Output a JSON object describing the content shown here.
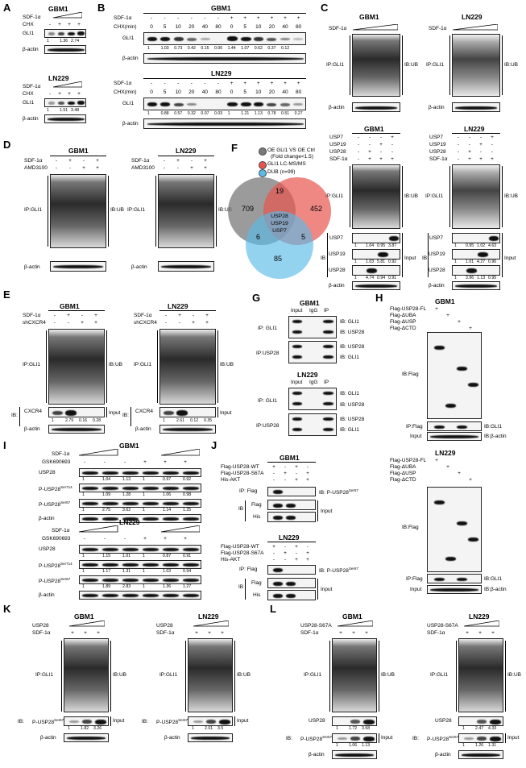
{
  "panels": {
    "A": {
      "letter": "A",
      "groups": [
        {
          "cell": "GBM1",
          "rows": [
            "SDF-1α",
            "CHX"
          ],
          "chx": [
            "-",
            "+",
            "+",
            "+"
          ],
          "blots": [
            "GLI1",
            "β-actin"
          ],
          "values": [
            "1",
            "1.36",
            "2.74"
          ]
        },
        {
          "cell": "LN229",
          "rows": [
            "SDF-1α",
            "CHX"
          ],
          "chx": [
            "-",
            "+",
            "+",
            "+"
          ],
          "blots": [
            "GLI1",
            "β-actin"
          ],
          "values": [
            "1",
            "1.51",
            "3.48"
          ]
        }
      ]
    },
    "B": {
      "letter": "B",
      "groups": [
        {
          "cell": "GBM1",
          "sdf_row": "SDF-1α",
          "chx_row": "CHX(min)",
          "sdf": [
            "-",
            "-",
            "-",
            "-",
            "-",
            "-",
            "+",
            "+",
            "+",
            "+",
            "+",
            "+"
          ],
          "chx": [
            "0",
            "5",
            "10",
            "20",
            "40",
            "80",
            "0",
            "5",
            "10",
            "20",
            "40",
            "80"
          ],
          "blots": [
            "GLI1",
            "β-actin"
          ],
          "values": [
            "1",
            "1.03",
            "0.73",
            "0.42",
            "0.15",
            "0.06",
            "1.44",
            "1.07",
            "0.62",
            "0.37",
            "0.12"
          ]
        },
        {
          "cell": "LN229",
          "sdf_row": "SDF-1α",
          "chx_row": "CHX(min)",
          "sdf": [
            "-",
            "-",
            "-",
            "-",
            "-",
            "-",
            "+",
            "+",
            "+",
            "+",
            "+",
            "+"
          ],
          "chx": [
            "0",
            "5",
            "10",
            "20",
            "40",
            "80",
            "0",
            "5",
            "10",
            "20",
            "40",
            "80"
          ],
          "blots": [
            "GLI1",
            "β-actin"
          ],
          "values": [
            "1",
            "0.88",
            "0.57",
            "0.32",
            "0.07",
            "0.03",
            "1",
            "1.21",
            "1.13",
            "0.78",
            "0.51",
            "0.27"
          ]
        }
      ]
    },
    "C": {
      "letter": "C",
      "top": [
        {
          "cell": "GBM1",
          "sdf": "SDF-1α",
          "ip": "IP:GLI1",
          "ib": "IB:UB",
          "actin": "β-actin"
        },
        {
          "cell": "LN229",
          "sdf": "SDF-1α",
          "ip": "IP:GLI1",
          "ib": "IB:UB",
          "actin": "β-actin"
        }
      ],
      "bottom": [
        {
          "cell": "GBM1",
          "rows": [
            "USP7",
            "USP19",
            "USP28",
            "SDF-1α"
          ],
          "signs": [
            [
              "-",
              "-",
              "-",
              "+"
            ],
            [
              "-",
              "-",
              "+",
              "-"
            ],
            [
              "-",
              "+",
              "-",
              "-"
            ],
            [
              "-",
              "+",
              "+",
              "+"
            ]
          ],
          "ip": "IP:GLI1",
          "ib": "IB:UB",
          "input": "Input",
          "ib_side": "IB",
          "blots": [
            "USP7",
            "USP19",
            "USP28",
            "β-actin"
          ],
          "values": [
            [
              "1",
              "1.04",
              "0.95",
              "3.87"
            ],
            [
              "1",
              "1.03",
              "5.81",
              "0.92"
            ],
            [
              "1",
              "4.74",
              "0.94",
              "0.91"
            ]
          ]
        },
        {
          "cell": "LN229",
          "rows": [
            "USP7",
            "USP19",
            "USP28",
            "SDF-1α"
          ],
          "signs": [
            [
              "-",
              "-",
              "-",
              "+"
            ],
            [
              "-",
              "-",
              "+",
              "-"
            ],
            [
              "-",
              "+",
              "-",
              "-"
            ],
            [
              "-",
              "+",
              "+",
              "+"
            ]
          ],
          "ip": "IP:GLI1",
          "ib": "IB:UB",
          "input": "Input",
          "ib_side": "IB",
          "blots": [
            "USP7",
            "USP19",
            "USP28",
            "β-actin"
          ],
          "values": [
            [
              "1",
              "0.95",
              "1.02",
              "4.63"
            ],
            [
              "1",
              "1.01",
              "4.27",
              "0.96"
            ],
            [
              "1",
              "3.96",
              "1.13",
              "0.95"
            ]
          ]
        }
      ]
    },
    "D": {
      "letter": "D",
      "groups": [
        {
          "cell": "GBM1",
          "rows": [
            "SDF-1α",
            "AMD3100"
          ],
          "signs": [
            [
              "-",
              "+",
              "-",
              "+"
            ],
            [
              "-",
              "-",
              "+",
              "+"
            ]
          ],
          "ip": "IP:GLI1",
          "ib": "IB:UB",
          "actin": "β-actin"
        },
        {
          "cell": "LN229",
          "rows": [
            "SDF-1α",
            "AMD3100"
          ],
          "signs": [
            [
              "-",
              "+",
              "-",
              "+"
            ],
            [
              "-",
              "-",
              "+",
              "+"
            ]
          ],
          "ip": "IP:GLI1",
          "ib": "IB:UB",
          "actin": "β-actin"
        }
      ]
    },
    "E": {
      "letter": "E",
      "groups": [
        {
          "cell": "GBM1",
          "rows": [
            "SDF-1α",
            "shCXCR4"
          ],
          "signs": [
            [
              "-",
              "+",
              "-",
              "+"
            ],
            [
              "-",
              "-",
              "+",
              "+"
            ]
          ],
          "ip": "IP:GLI1",
          "ib": "IB:UB",
          "ib_side": "IB:",
          "blots": [
            "CXCR4",
            "β-actin"
          ],
          "input": "Input",
          "values": [
            "1",
            "2.79",
            "0.16",
            "0.28"
          ]
        },
        {
          "cell": "LN229",
          "rows": [
            "SDF-1α",
            "shCXCR4"
          ],
          "signs": [
            [
              "-",
              "+",
              "-",
              "+"
            ],
            [
              "-",
              "-",
              "+",
              "+"
            ]
          ],
          "ip": "IP:GLI1",
          "ib": "IB:UB",
          "ib_side": "IB:",
          "blots": [
            "CXCR4",
            "β-actin"
          ],
          "input": "Input",
          "values": [
            "1",
            "2.61",
            "0.12",
            "0.35"
          ]
        }
      ]
    },
    "F": {
      "letter": "F",
      "legend": [
        "OE GLI1 VS OE Ctrl",
        "(Fold change<1.5)",
        "GLI1 LC-MS/MS",
        "DUB (n=99)"
      ],
      "legend_colors": [
        "#7a7a7a",
        "#e8544e",
        "#5bbbe8"
      ],
      "regions": {
        "gray_only": "709",
        "red_only": "452",
        "gray_red": "19",
        "gray_blue": "6",
        "red_blue": "5",
        "blue_only": "85",
        "center": [
          "USP28",
          "USP19",
          "USP7"
        ]
      }
    },
    "G": {
      "letter": "G",
      "groups": [
        {
          "cell": "GBM1",
          "cols": [
            "Input",
            "IgG",
            "IP"
          ],
          "rows": [
            {
              "ip": "IP: GLI1",
              "ib": [
                "IB: GLI1",
                "IB: USP28"
              ]
            },
            {
              "ip": "IP:USP28",
              "ib": [
                "IB: USP28",
                "IB: GLI1"
              ]
            }
          ]
        },
        {
          "cell": "LN229",
          "cols": [
            "Input",
            "IgG",
            "IP"
          ],
          "rows": [
            {
              "ip": "IP: GLI1",
              "ib": [
                "IB: GLI1",
                "IB: USP28"
              ]
            },
            {
              "ip": "IP:USP28",
              "ib": [
                "IB: USP28",
                "IB: GLI1"
              ]
            }
          ]
        }
      ]
    },
    "H": {
      "letter": "H",
      "groups": [
        {
          "cell": "GBM1",
          "rows": [
            "Flag-USP28-FL",
            "Flag-ΔUBA",
            "Flag-ΔUSP",
            "Flag-ΔCTD"
          ],
          "ib": "IB:Flag",
          "ip": "IP:Flag",
          "ib_gli": "IB:GLI1",
          "input": "Input",
          "ib_actin": "IB:β-actin"
        },
        {
          "cell": "LN229",
          "rows": [
            "Flag-USP28-FL",
            "Flag-ΔUBA",
            "Flag-ΔUSP",
            "Flag-ΔCTD"
          ],
          "ib": "IB:Flag",
          "ip": "IP:Flag",
          "ib_gli": "IB:GLI1",
          "input": "Input",
          "ib_actin": "IB:β-actin"
        }
      ]
    },
    "I": {
      "letter": "I",
      "groups": [
        {
          "cell": "GBM1",
          "rows": [
            "SDF-1α",
            "GSK690693"
          ],
          "blots": [
            "USP28",
            "P-USP28",
            "P-USP28",
            "β-actin"
          ],
          "sup": [
            "",
            "Ser714",
            "Ser67",
            ""
          ],
          "values": [
            [
              "1",
              "1.04",
              "1.13",
              "1",
              "0.97",
              "0.92"
            ],
            [
              "1",
              "1.09",
              "1.28",
              "1",
              "1.06",
              "0.98"
            ],
            [
              "1",
              "2.75",
              "3.62",
              "1",
              "1.14",
              "1.25"
            ]
          ]
        },
        {
          "cell": "LN229",
          "rows": [
            "SDF-1α",
            "GSK690693"
          ],
          "blots": [
            "USP28",
            "P-USP28",
            "P-USP28",
            "β-actin"
          ],
          "sup": [
            "",
            "Ser714",
            "Ser67",
            ""
          ],
          "values": [
            [
              "1",
              "1.15",
              "1.01",
              "1",
              "0.87",
              "0.91"
            ],
            [
              "1",
              "1.17",
              "1.31",
              "1",
              "1.03",
              "0.94"
            ],
            [
              "1",
              "1.89",
              "2.83",
              "1",
              "1.36",
              "1.27"
            ]
          ]
        }
      ]
    },
    "J": {
      "letter": "J",
      "groups": [
        {
          "cell": "GBM1",
          "rows": [
            "Flag-USP28-WT",
            "Flag-USP28-S67A",
            "His-AKT"
          ],
          "ip": "IP: Flag",
          "ib_top": "IB: P-USP28",
          "sup": "Ser67",
          "ib": "IB",
          "blots": [
            "Flag",
            "His"
          ],
          "input": "Input"
        },
        {
          "cell": "LN229",
          "rows": [
            "Flag-USP28-WT",
            "Flag-USP28-S67A",
            "His-AKT"
          ],
          "ip": "IP: Flag",
          "ib_top": "IB: P-USP28",
          "sup": "Ser67",
          "ib": "IB",
          "blots": [
            "Flag",
            "His"
          ],
          "input": "Input"
        }
      ]
    },
    "K": {
      "letter": "K",
      "groups": [
        {
          "cell": "GBM1",
          "rows": [
            "USP28",
            "SDF-1α"
          ],
          "sdf": [
            "+",
            "+",
            "+"
          ],
          "ip": "IP:GLI1",
          "ib": "IB:UB",
          "ib_side": "IB:",
          "blot": "P-USP28",
          "sup": "Ser67",
          "input": "Input",
          "actin": "β-actin",
          "values": [
            "1",
            "1.82",
            "3.26"
          ]
        },
        {
          "cell": "LN229",
          "rows": [
            "USP28",
            "SDF-1α"
          ],
          "sdf": [
            "+",
            "+",
            "+"
          ],
          "ip": "IP:GLI1",
          "ib": "IB:UB",
          "ib_side": "IB:",
          "blot": "P-USP28",
          "sup": "Ser67",
          "input": "Input",
          "actin": "β-actin",
          "values": [
            "1",
            "2.01",
            "3.5"
          ]
        }
      ]
    },
    "L": {
      "letter": "L",
      "groups": [
        {
          "cell": "GBM1",
          "rows": [
            "USP28-S67A",
            "SDF-1α"
          ],
          "sdf": [
            "+",
            "+",
            "+"
          ],
          "ip": "IP:GLI1",
          "ib": "IB:UB",
          "blot1": "USP28",
          "ib_side": "IB:",
          "blot2": "P-USP28",
          "sup": "Ser67",
          "input": "Input",
          "actin": "β-actin",
          "values": [
            [
              "1",
              "1.72",
              "3.58"
            ],
            [
              "1",
              "1.06",
              "1.13"
            ]
          ]
        },
        {
          "cell": "LN229",
          "rows": [
            "USP28-S67A",
            "SDF-1α"
          ],
          "sdf": [
            "+",
            "+",
            "+"
          ],
          "ip": "IP:GLI1",
          "ib": "IB:UB",
          "blot1": "USP28",
          "ib_side": "IB:",
          "blot2": "P-USP28",
          "sup": "Ser67",
          "input": "Input",
          "actin": "β-actin",
          "values": [
            [
              "1",
              "2.47",
              "4.33"
            ],
            [
              "1",
              "1.26",
              "1.31"
            ]
          ]
        }
      ]
    }
  }
}
